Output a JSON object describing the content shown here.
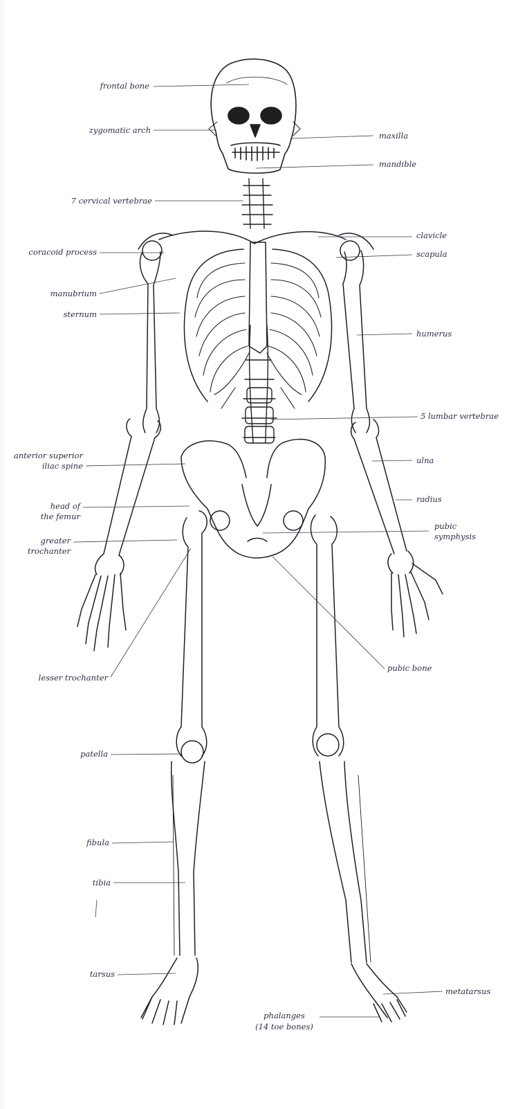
{
  "labels": {
    "frontal_bone": "frontal bone",
    "zygomatic_arch": "zygomatic arch",
    "maxilla": "maxilla",
    "mandible": "mandible",
    "cervical_vertebrae": "7 cervical vertebrae",
    "clavicle": "clavicle",
    "coracoid_process": "coracoid process",
    "scapula": "scapula",
    "manubrium": "manubrium",
    "sternum": "sternum",
    "humerus": "humerus",
    "lumbar_vertebrae": "5 lumbar vertebrae",
    "asis_line1": "anterior superior",
    "asis_line2": "iliac spine",
    "ulna": "ulna",
    "head_femur_line1": "head of",
    "head_femur_line2": "the femur",
    "radius": "radius",
    "greater_troch_line1": "greater",
    "greater_troch_line2": "trochanter",
    "pubic_symph_line1": "pubic",
    "pubic_symph_line2": "symphysis",
    "lesser_trochanter": "lesser trochanter",
    "pubic_bone": "pubic bone",
    "patella": "patella",
    "fibula": "fibula",
    "tibia": "tibia",
    "tarsus": "tarsus",
    "metatarsus": "metatarsus",
    "phalanges_line1": "phalanges",
    "phalanges_line2": "(14 toe bones)"
  },
  "colors": {
    "ink": "#1f1f1f",
    "label_text": "#2b2b46",
    "paper": "#ffffff"
  }
}
